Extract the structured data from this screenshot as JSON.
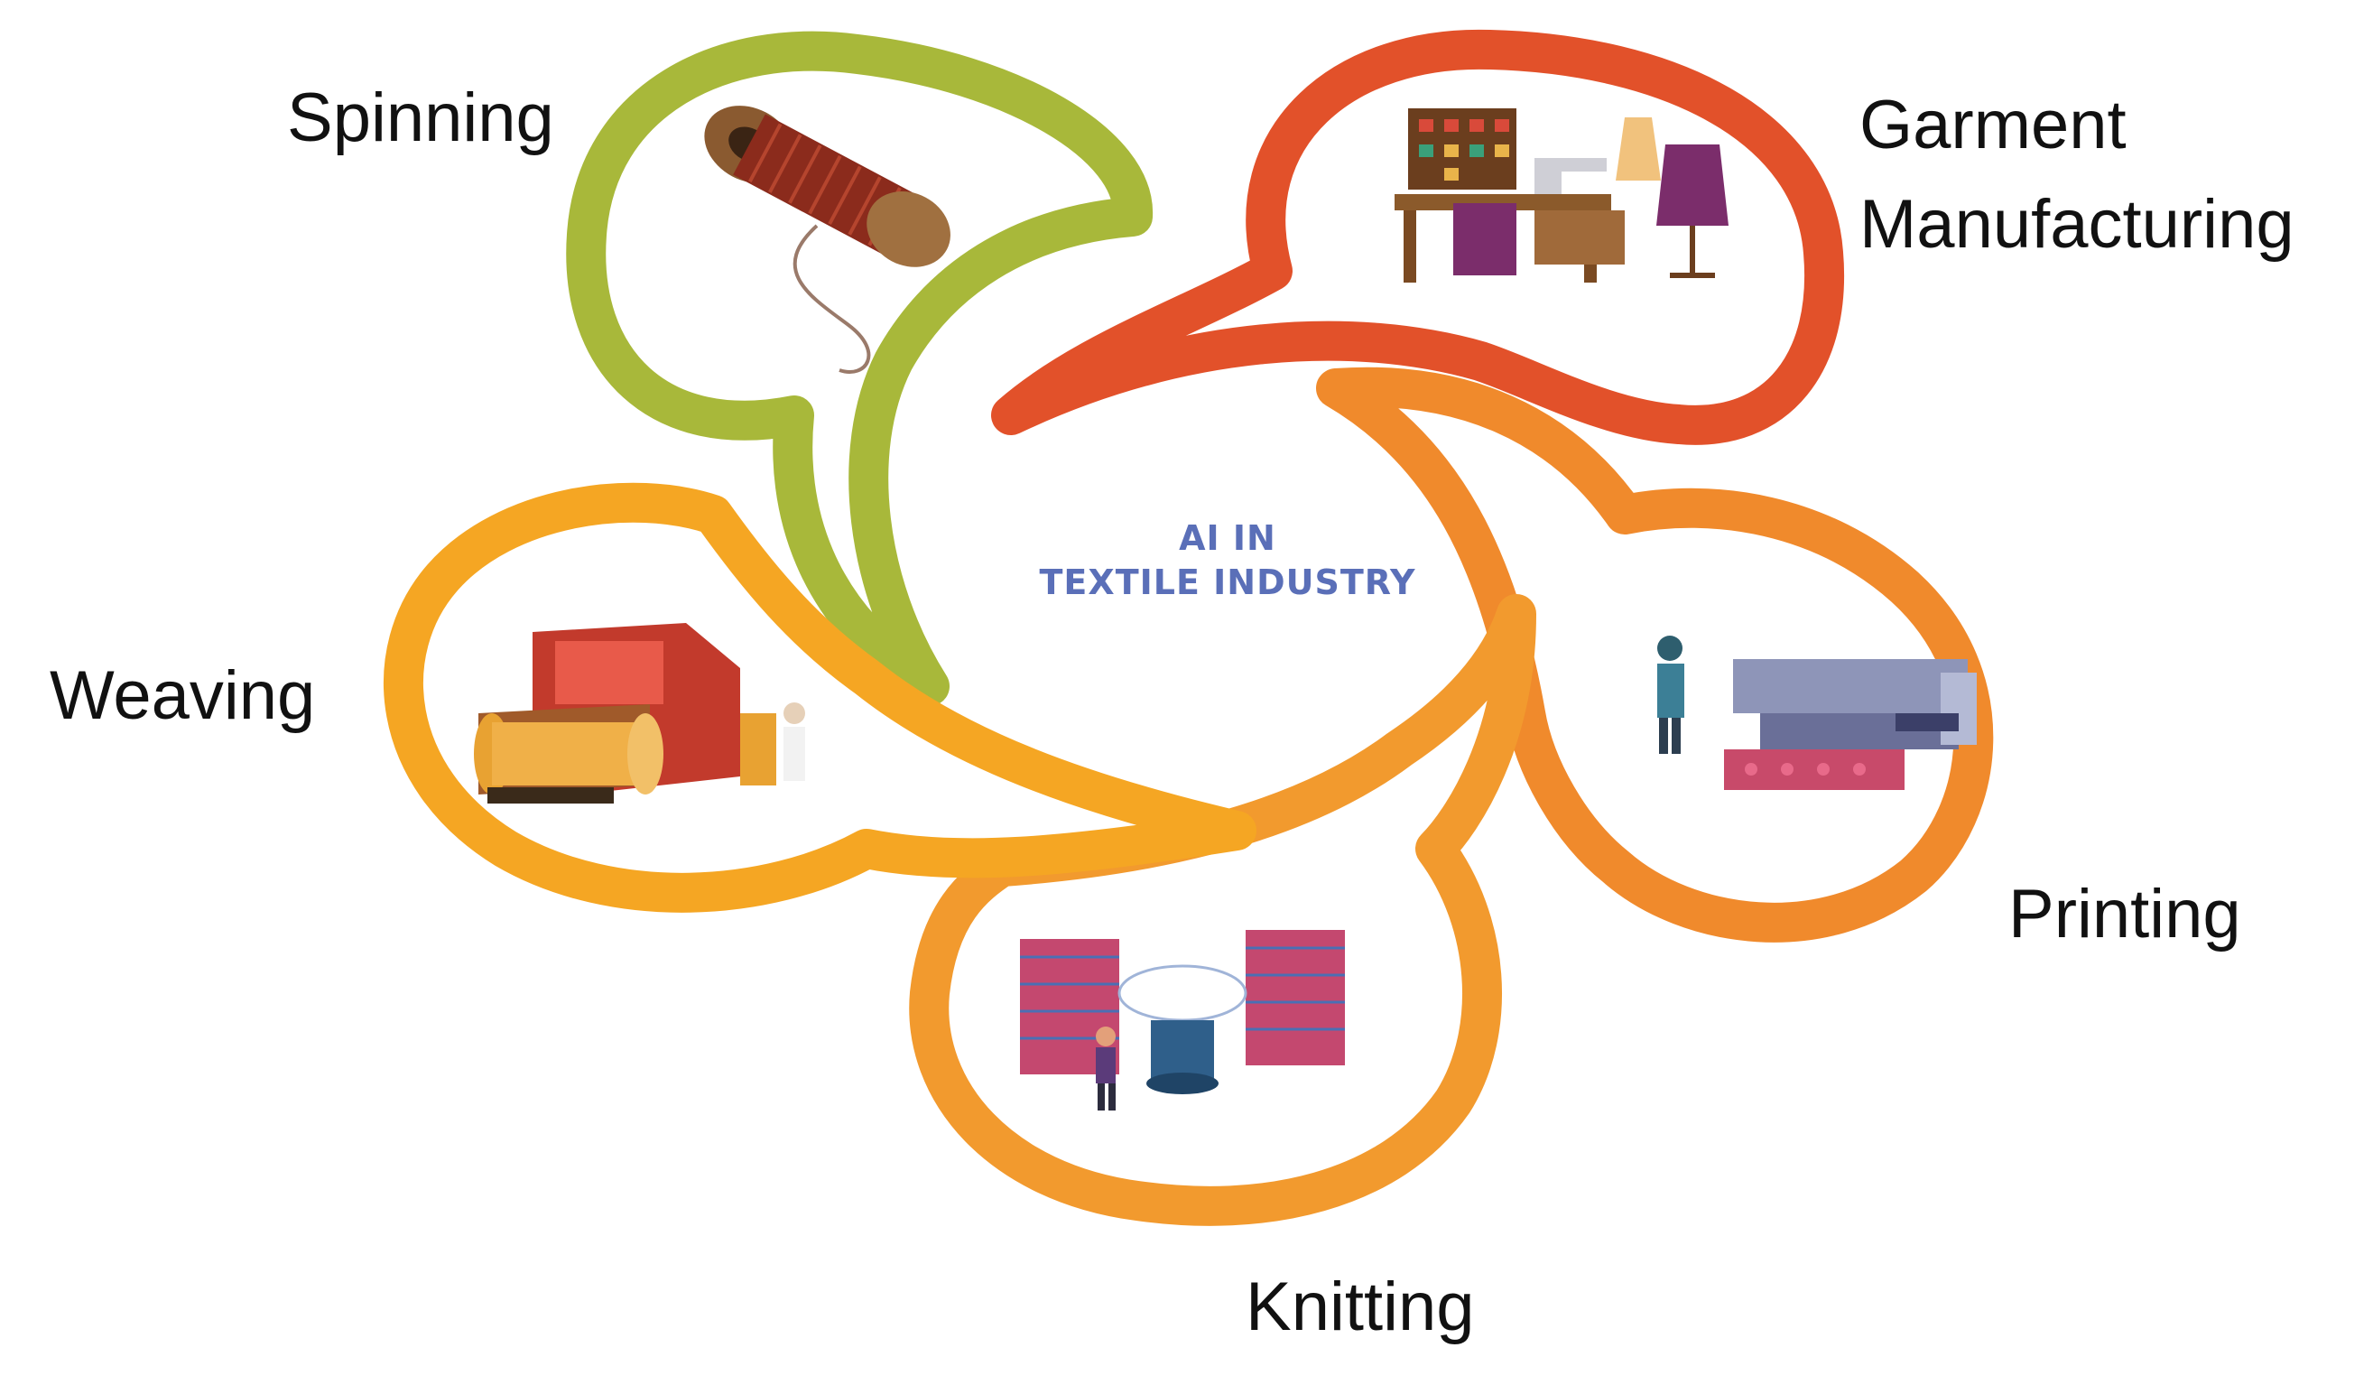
{
  "center": {
    "line1": "AI IN",
    "line2": "TEXTILE INDUSTRY"
  },
  "stages": {
    "spinning": {
      "label": "Spinning",
      "color": "#a8b83a",
      "icon": "thread-spool-icon"
    },
    "garment": {
      "label_line1": "Garment",
      "label_line2": "Manufacturing",
      "color": "#e2512a",
      "icon": "tailoring-workshop-icon"
    },
    "printing": {
      "label": "Printing",
      "color": "#f08a2c",
      "icon": "textile-printing-machine-icon"
    },
    "knitting": {
      "label": "Knitting",
      "color": "#f29a2e",
      "icon": "knitting-machine-icon"
    },
    "weaving": {
      "label": "Weaving",
      "color": "#f5a623",
      "icon": "weaving-loom-icon"
    }
  },
  "center_text_color": "#5a6fb8"
}
